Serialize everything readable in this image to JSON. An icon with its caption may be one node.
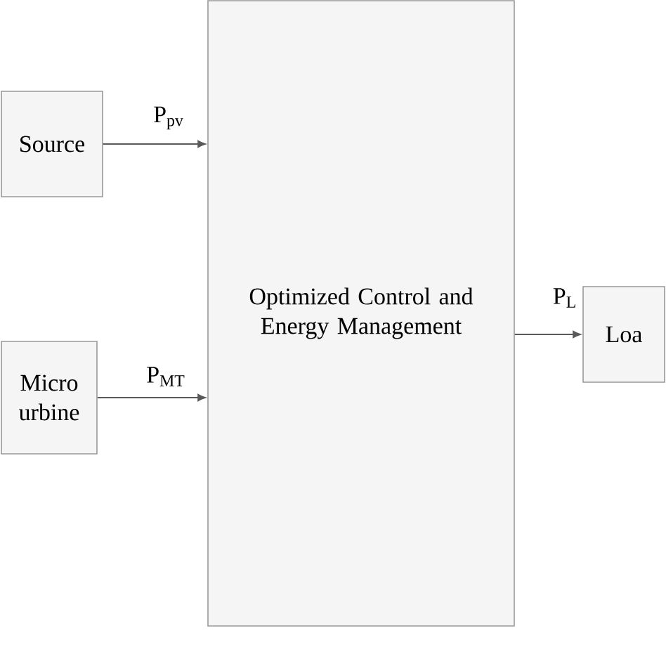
{
  "diagram": {
    "nodes": [
      {
        "text": [
          "Source"
        ]
      },
      {
        "text": [
          "Micro urbine"
        ]
      },
      {
        "text": [
          "Optimized Control and Energy Management"
        ]
      },
      {
        "text": [
          "Loa"
        ]
      }
    ],
    "edges": [
      {
        "from": 0,
        "to": 2,
        "arrow": "to",
        "label": "P$_{pv}$"
      },
      {
        "from": 1,
        "to": 2,
        "arrow": "to",
        "label": "P$_{MT}$"
      },
      {
        "from": 2,
        "to": 3,
        "arrow": "to",
        "label": "P$_{L}$"
      }
    ]
  }
}
